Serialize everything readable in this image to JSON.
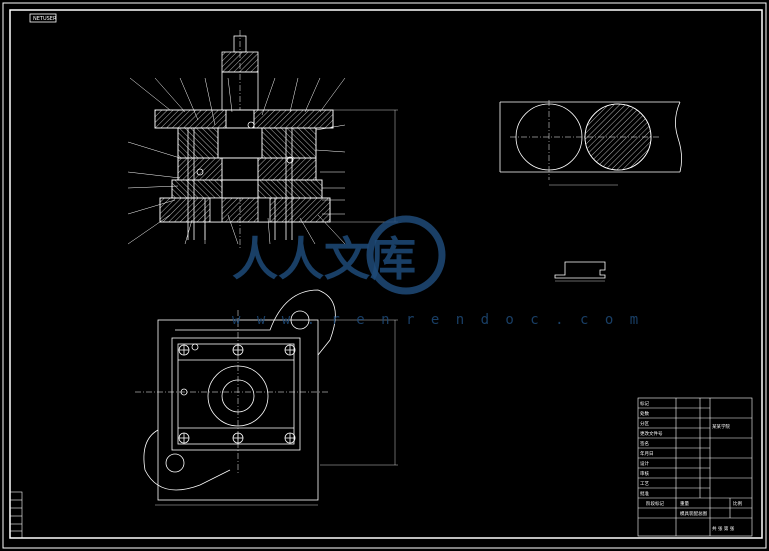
{
  "drawing": {
    "corner_tag": "NETUSER",
    "background": "#000000",
    "line_color": "#ffffff",
    "watermark": {
      "text": "人人文库",
      "url": "w w w . r e n r e n d o c . c o m",
      "color": "#1e4a78"
    },
    "title_block": {
      "drawing_name": "模具装配总图",
      "labels": [
        "标记",
        "处数",
        "分区",
        "更改文件号",
        "签名",
        "年月日",
        "设计",
        "审核",
        "工艺",
        "批准"
      ],
      "scale_labels": [
        "阶段标记",
        "重量",
        "比例"
      ],
      "sheet_label": "共 张 第 张",
      "school": "某某学院"
    }
  }
}
